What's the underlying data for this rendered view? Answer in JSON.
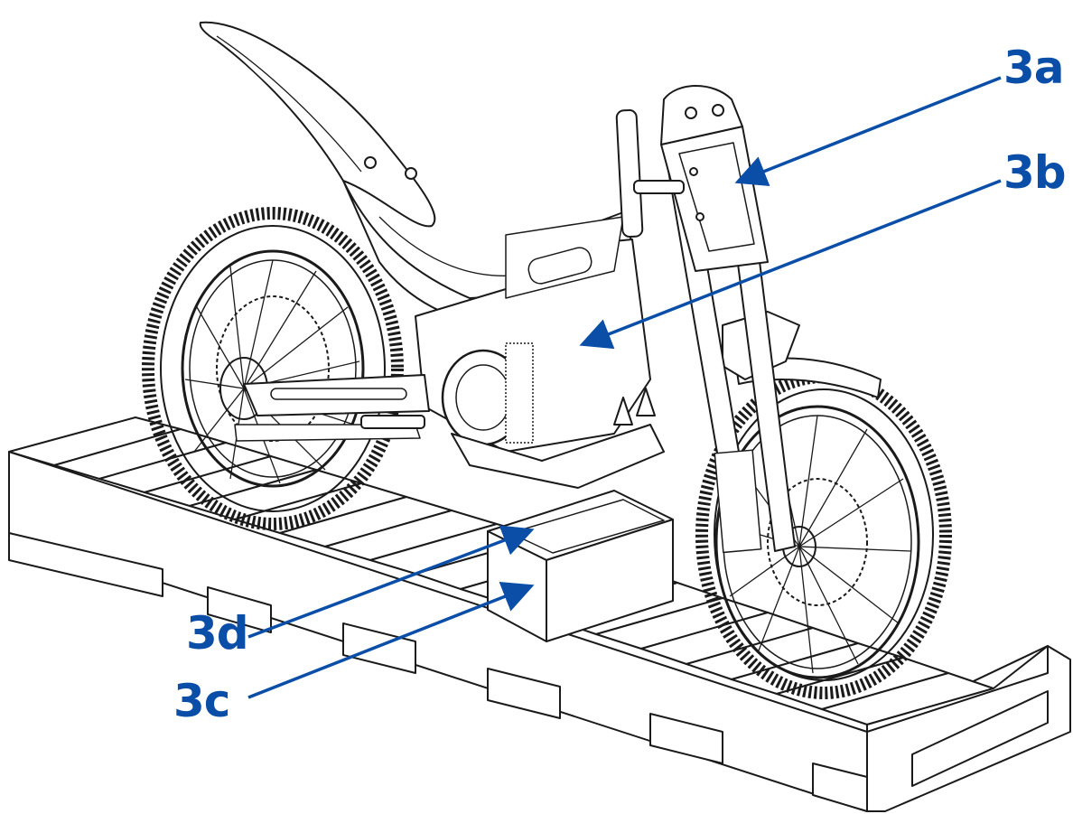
{
  "colors": {
    "callout": "#0a4ea8",
    "line_art": "#1a1a1a",
    "background": "#ffffff"
  },
  "callouts": {
    "a": {
      "label": "3a"
    },
    "b": {
      "label": "3b"
    },
    "c": {
      "label": "3c"
    },
    "d": {
      "label": "3d"
    }
  }
}
